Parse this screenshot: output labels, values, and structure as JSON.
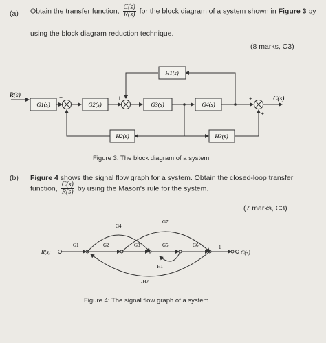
{
  "part_a": {
    "label": "(a)",
    "text_before": "Obtain the transfer function,",
    "frac_num": "C(s)",
    "frac_den": "R(s)",
    "text_after": "for the block diagram of a system shown in",
    "fig_ref": "Figure 3",
    "text_end": "by",
    "line2": "using the block diagram reduction technique.",
    "marks": "(8 marks, C3)",
    "diagram": {
      "input": "R(s)",
      "output": "C(s)",
      "blocks": {
        "g1": "G1(s)",
        "g2": "G2(s)",
        "g3": "G3(s)",
        "g4": "G4(s)",
        "h1": "H1(s)",
        "h2": "H2(s)",
        "h3": "H3(s)"
      }
    },
    "caption": "Figure 3: The block diagram of a system"
  },
  "part_b": {
    "label": "(b)",
    "fig_ref": "Figure 4",
    "text1": "shows the signal flow graph for a system. Obtain the closed-loop transfer",
    "text2_start": "function,",
    "frac_num": "C(s)",
    "frac_den": "R(s)",
    "text2_end": "by using the Mason's rule for the system.",
    "marks": "(7 marks, C3)",
    "graph": {
      "input": "R(s)",
      "output": "C(s)",
      "gains": {
        "g1": "G1",
        "g2": "G2",
        "g3": "G3",
        "g4": "G4",
        "g5": "G5",
        "g6": "G6",
        "g7": "G7",
        "one": "1",
        "h1": "-H1",
        "h2": "-H2"
      }
    },
    "caption": "Figure 4: The signal flow graph of a system"
  }
}
